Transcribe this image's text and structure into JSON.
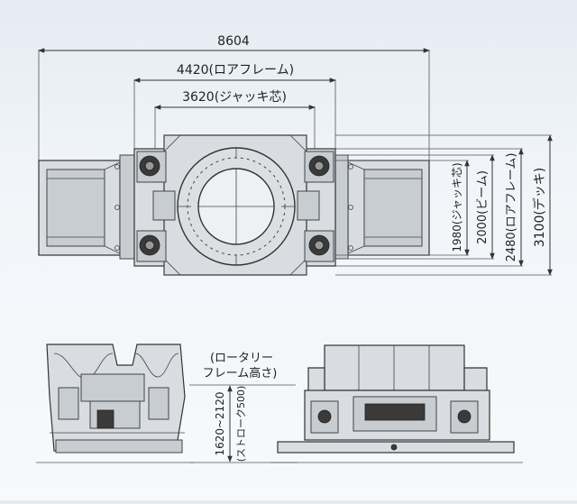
{
  "top_view": {
    "overall_width": "8604",
    "lower_frame_width": "4420(ロアフレーム)",
    "jack_center_width": "3620(ジャッキ芯)",
    "jack_center_depth": "1980(ジャッキ芯)",
    "beam_depth": "2000(ビーム)",
    "lower_frame_depth": "2480(ロアフレーム)",
    "deck_depth": "3100(デッキ)"
  },
  "side_view": {
    "rotary_frame_height_label_line1": "(ロータリー",
    "rotary_frame_height_label_line2": "フレーム高さ)",
    "height_range": "1620~2120",
    "stroke": "(ストローク500)"
  }
}
